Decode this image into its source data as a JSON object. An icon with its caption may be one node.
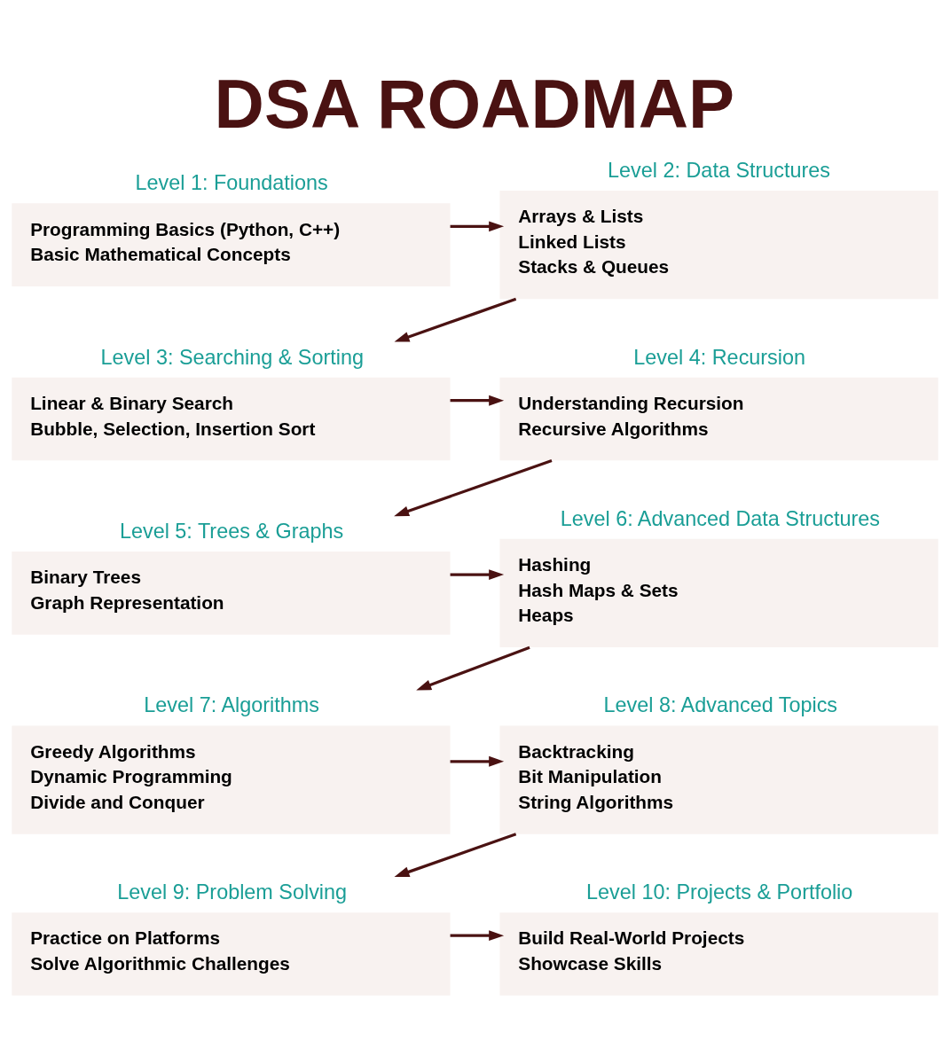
{
  "diagram": {
    "title": "DSA ROADMAP",
    "nodes": [
      {
        "text": [
          "Level 1: Foundations",
          "Programming Basics (Python, C++)",
          "Basic Mathematical Concepts"
        ]
      },
      {
        "text": [
          "Level 2: Data Structures",
          "Arrays & Lists",
          "Linked Lists",
          "Stacks & Queues"
        ]
      },
      {
        "text": [
          "Level 3: Searching & Sorting",
          "Linear & Binary Search",
          "Bubble, Selection, Insertion Sort"
        ]
      },
      {
        "text": [
          "Level 4: Recursion",
          "Understanding Recursion",
          "Recursive Algorithms"
        ]
      },
      {
        "text": [
          "Level 5: Trees & Graphs",
          "Binary Trees",
          "Graph Representation"
        ]
      },
      {
        "text": [
          "Level 6: Advanced Data Structures",
          "Hashing",
          "Hash Maps & Sets",
          "Heaps"
        ]
      },
      {
        "text": [
          "Level 7: Algorithms",
          "Greedy Algorithms",
          "Dynamic Programming",
          "Divide and Conquer"
        ]
      },
      {
        "text": [
          "Level 8: Advanced Topics",
          "Backtracking",
          "Bit Manipulation",
          "String Algorithms"
        ]
      },
      {
        "text": [
          "Level 9: Problem Solving",
          "Practice on Platforms",
          "Solve Algorithmic Challenges"
        ]
      },
      {
        "text": [
          "Level 10: Projects & Portfolio",
          "Build Real-World Projects",
          "Showcase Skills"
        ]
      }
    ],
    "edges": [
      {
        "from": 0,
        "to": 1,
        "arrow": "to",
        "color": "#4a1212"
      },
      {
        "from": 1,
        "to": 2,
        "arrow": "to",
        "color": "#4a1212"
      },
      {
        "from": 2,
        "to": 3,
        "arrow": "to",
        "color": "#4a1212"
      },
      {
        "from": 3,
        "to": 4,
        "arrow": "to",
        "color": "#4a1212"
      },
      {
        "from": 4,
        "to": 5,
        "arrow": "to",
        "color": "#4a1212"
      },
      {
        "from": 5,
        "to": 6,
        "arrow": "to",
        "color": "#4a1212"
      },
      {
        "from": 6,
        "to": 7,
        "arrow": "to",
        "color": "#4a1212"
      },
      {
        "from": 7,
        "to": 8,
        "arrow": "to",
        "color": "#4a1212"
      },
      {
        "from": 8,
        "to": 9,
        "arrow": "to",
        "color": "#4a1212"
      }
    ]
  }
}
